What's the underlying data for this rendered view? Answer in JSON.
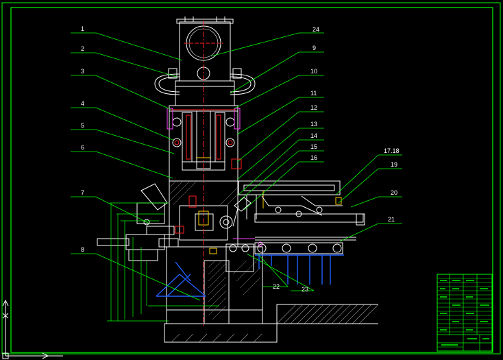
{
  "drawing": {
    "background": "#000000",
    "colors": {
      "frame": "#00ff00",
      "outline": "#ffffff",
      "leader": "#00ff00",
      "red": "#ff2020",
      "blue": "#2060ff",
      "yellow": "#ffd000",
      "magenta": "#ff40ff",
      "cyan": "#00e5ff"
    },
    "callouts": [
      "1",
      "2",
      "3",
      "4",
      "5",
      "6",
      "7",
      "8",
      "9",
      "10",
      "11",
      "12",
      "13",
      "14",
      "15",
      "16",
      "17.18",
      "19",
      "20",
      "21",
      "22",
      "23",
      "24"
    ],
    "ucs_icon": "ucs-axis-icon"
  }
}
